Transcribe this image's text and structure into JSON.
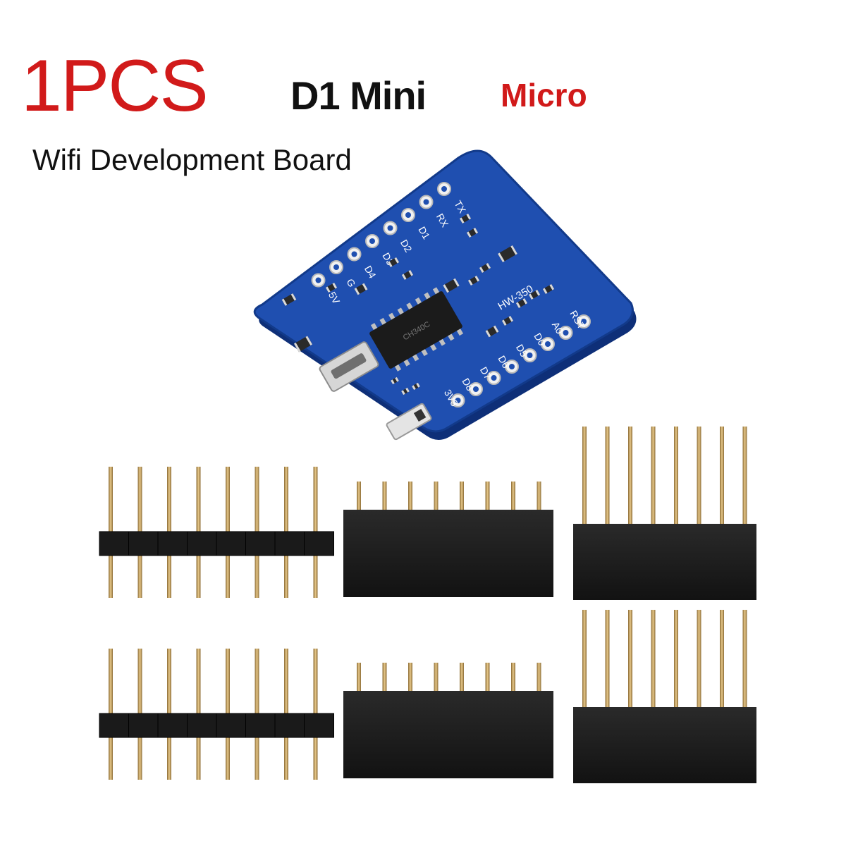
{
  "header": {
    "quantity": "1PCS",
    "model": "D1 Mini",
    "variant": "Micro",
    "subtitle": "Wifi Development Board"
  },
  "board": {
    "silkscreen_top": [
      "TX",
      "RX",
      "D1",
      "D2",
      "D3",
      "D4",
      "G",
      "5V"
    ],
    "silkscreen_bottom": [
      "RST",
      "A0",
      "D0",
      "D5",
      "D6",
      "D7",
      "D8",
      "3V3"
    ],
    "model_marking": "HW-350",
    "chip_marking": "CH340C"
  },
  "headers": {
    "pins_per_header": 8,
    "items": [
      {
        "kind": "male-pin-header"
      },
      {
        "kind": "female-socket-header"
      },
      {
        "kind": "long-pin-socket-header"
      },
      {
        "kind": "male-pin-header"
      },
      {
        "kind": "female-socket-header"
      },
      {
        "kind": "long-pin-socket-header"
      }
    ]
  },
  "colors": {
    "accent_red": "#d11a1a",
    "text_black": "#111111",
    "pcb_blue": "#1f4fb0",
    "pcb_blue_dark": "#123a8a",
    "header_black": "#1a1a1a",
    "pin_gold": "#c8a055"
  }
}
